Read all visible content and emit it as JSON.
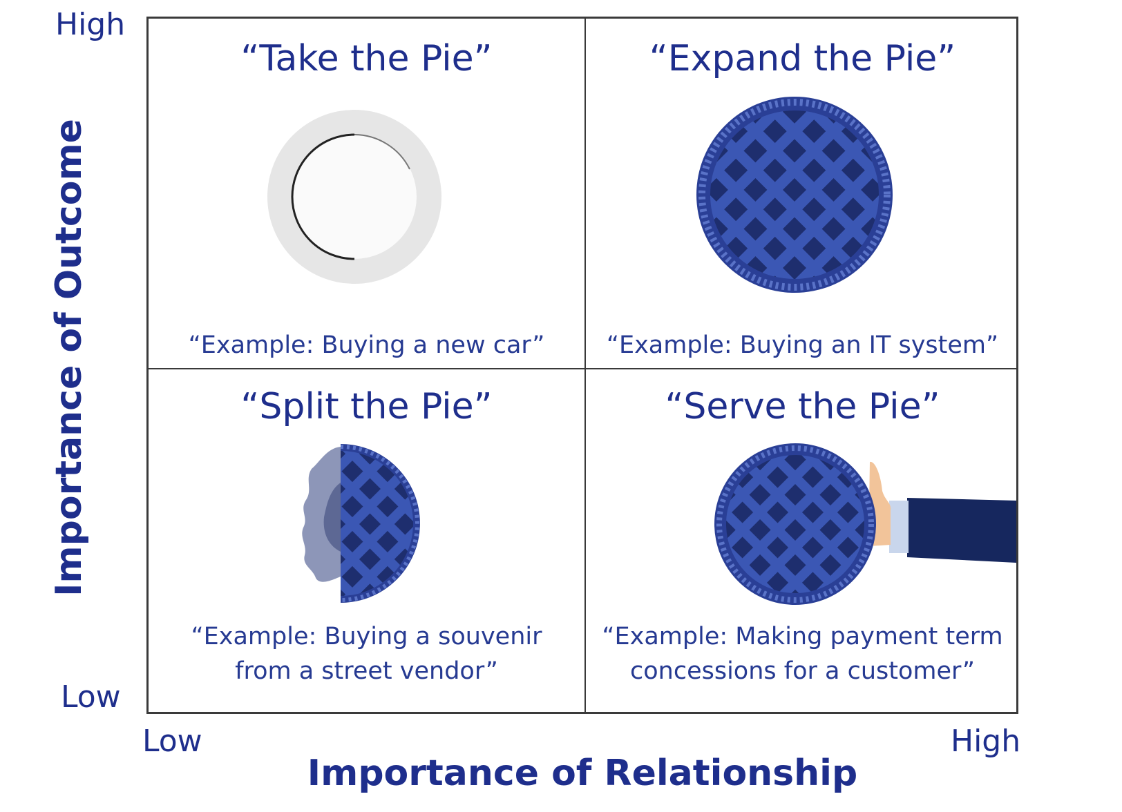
{
  "axes": {
    "y_label": "Importance of Outcome",
    "x_label": "Importance of Relationship",
    "y_high": "High",
    "y_low": "Low",
    "x_low": "Low",
    "x_high": "High"
  },
  "quadrants": {
    "top_left": {
      "title": "“Take the Pie”",
      "example_lines": [
        "“Example: Buying a new car”"
      ],
      "icon": "empty-plate-icon"
    },
    "top_right": {
      "title": "“Expand the Pie”",
      "example_lines": [
        "“Example: Buying an IT system”"
      ],
      "icon": "whole-pie-icon"
    },
    "bottom_left": {
      "title": "“Split the Pie”",
      "example_lines": [
        "“Example: Buying a souvenir",
        "from a street vendor”"
      ],
      "icon": "half-pie-icon"
    },
    "bottom_right": {
      "title": "“Serve the Pie”",
      "example_lines": [
        "“Example: Making payment term",
        "concessions for a customer”"
      ],
      "icon": "served-pie-icon"
    }
  },
  "colors": {
    "text": "#1e2e8c",
    "pie_fill": "#3b57b4",
    "pie_dark": "#1e2e6e",
    "plate": "#e6e6e6",
    "sleeve": "#16275e",
    "skin": "#f2c49a"
  }
}
